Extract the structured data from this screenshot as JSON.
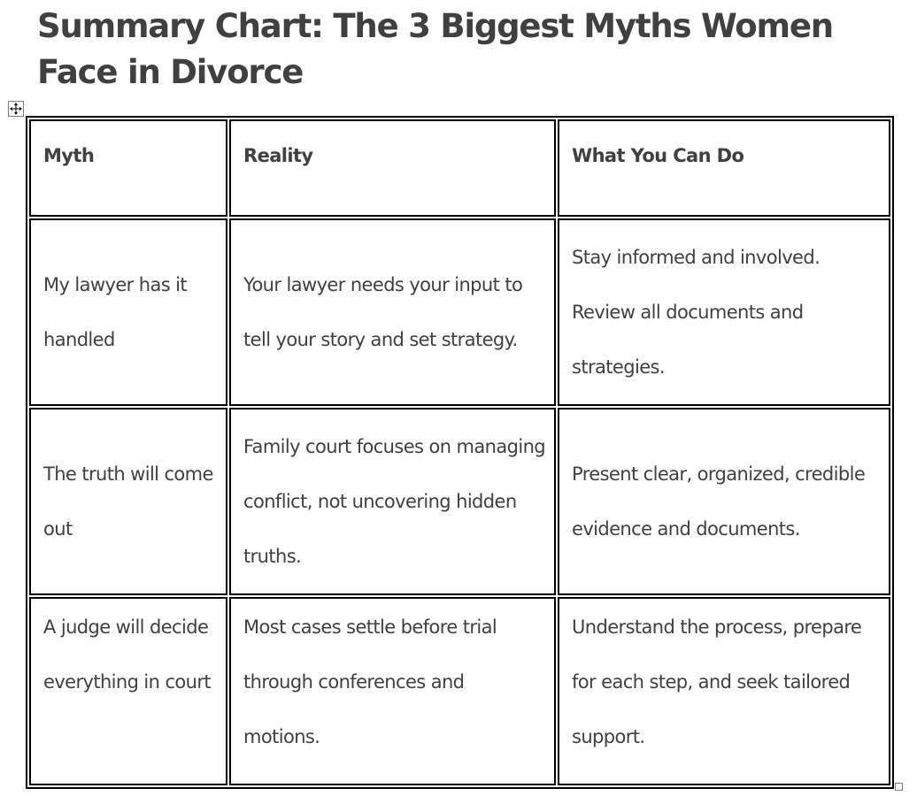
{
  "document": {
    "title": "Summary Chart: The 3 Biggest Myths Women Face in Divorce"
  },
  "table": {
    "headers": {
      "myth": "Myth",
      "reality": "Reality",
      "action": "What You Can Do"
    },
    "rows": [
      {
        "myth": "My lawyer has it handled",
        "reality": "Your lawyer needs your input to tell your story and set strategy.",
        "action": "Stay informed and involved. Review all documents and strategies."
      },
      {
        "myth": "The truth will come out",
        "reality": "Family court focuses on managing conflict, not uncovering hidden truths.",
        "action": "Present clear, organized, credible evidence and documents."
      },
      {
        "myth": "A judge will decide everything in court",
        "reality": "Most cases settle before trial through conferences and motions.",
        "action": "Understand the process, prepare for each step, and seek tailored support."
      }
    ]
  },
  "icons": {
    "move_handle": "four-arrows-move-icon",
    "resize_handle": "square-resize-icon"
  }
}
